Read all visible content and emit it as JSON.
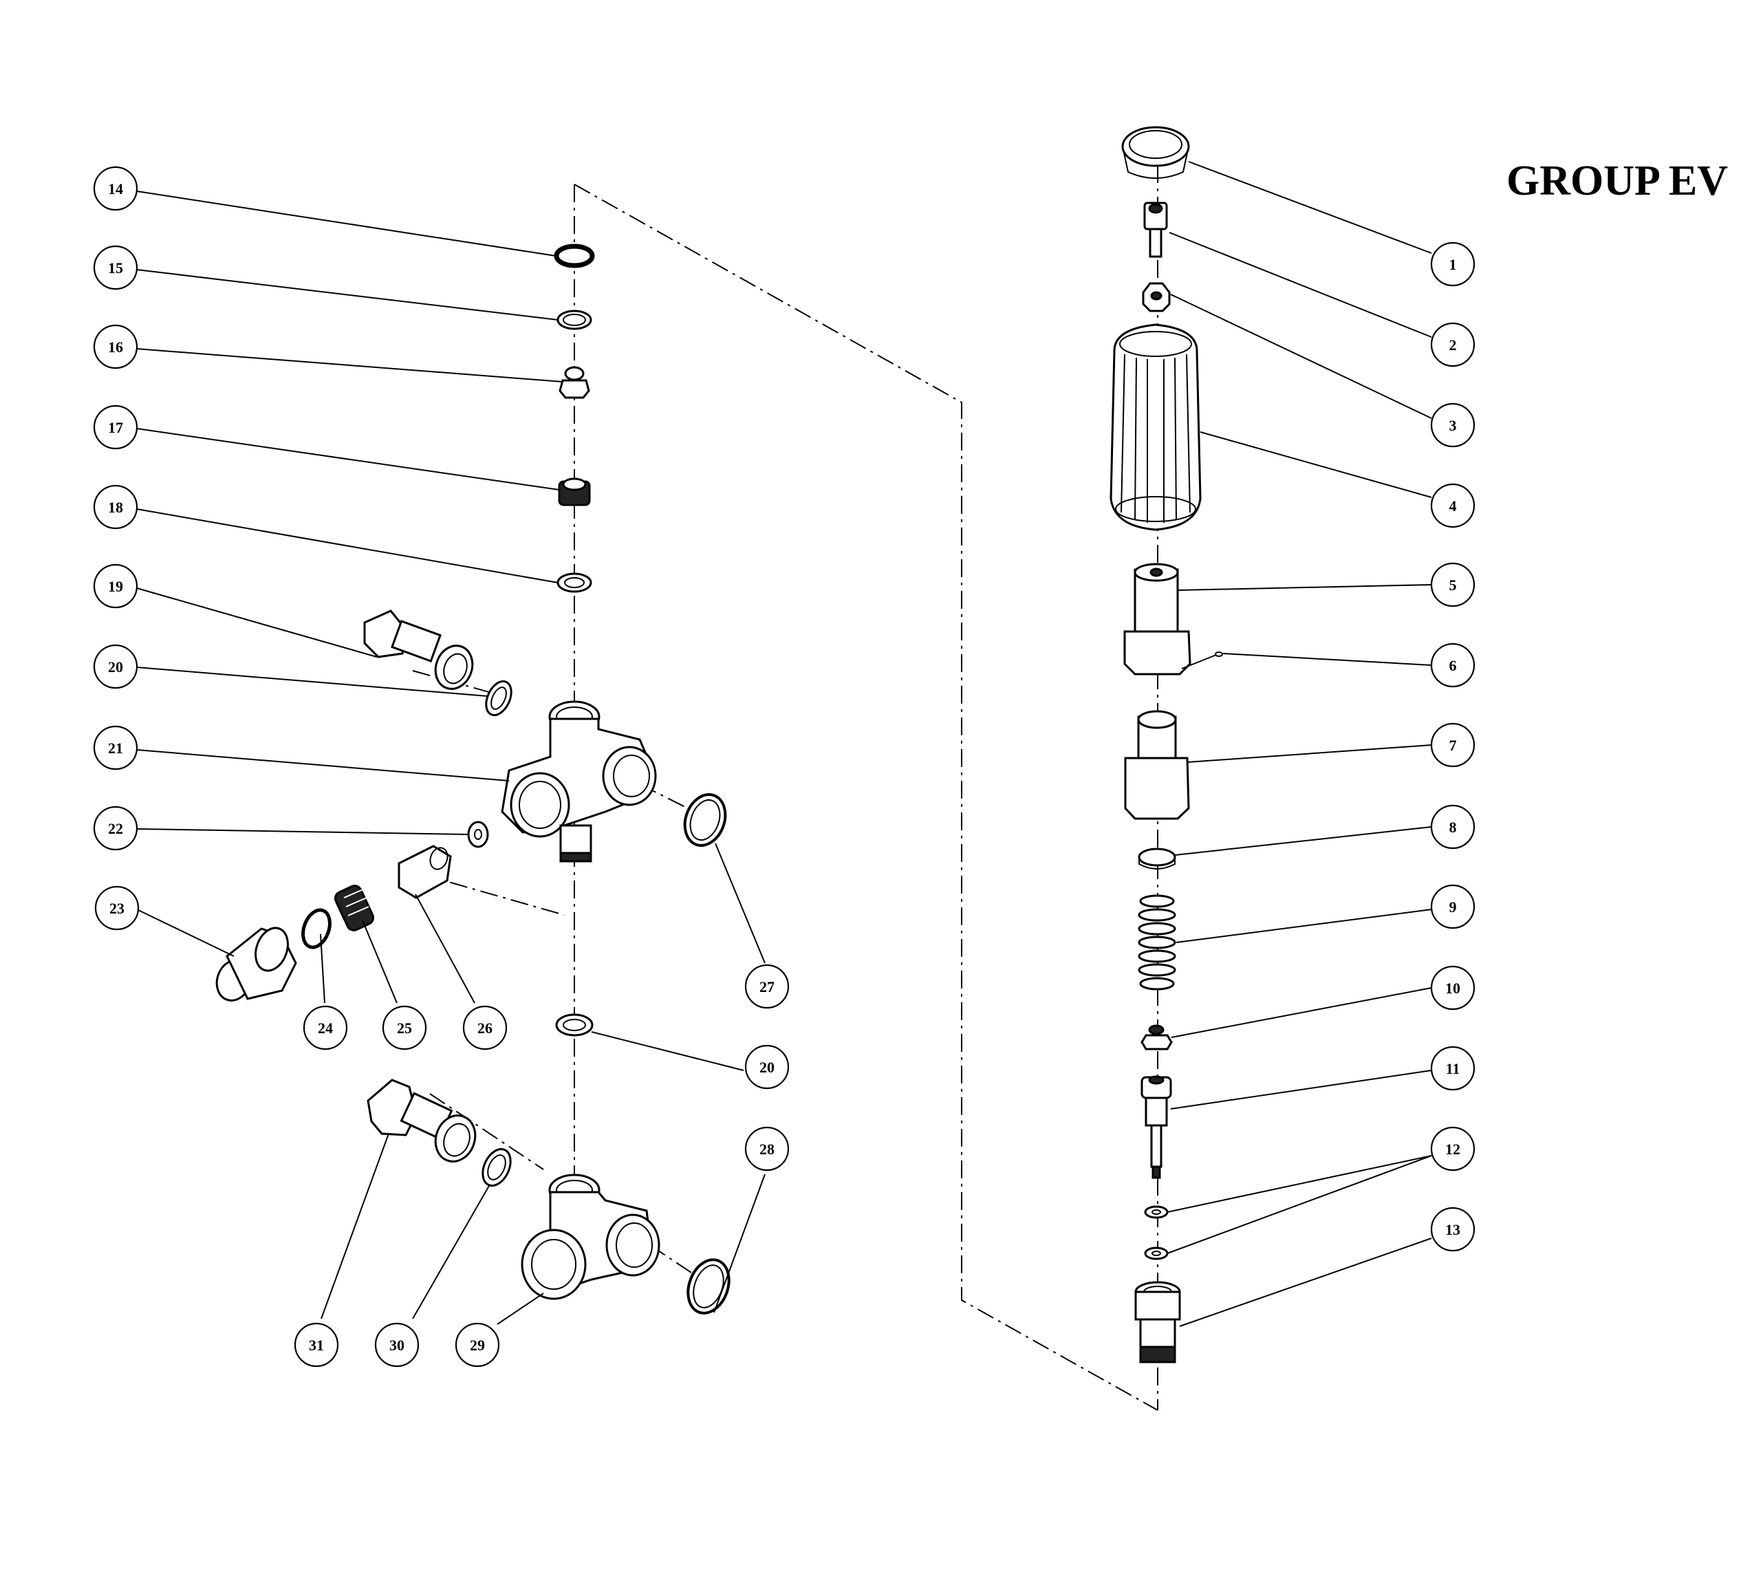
{
  "title": "GROUP EV",
  "callouts": {
    "c1": "1",
    "c2": "2",
    "c3": "3",
    "c4": "4",
    "c5": "5",
    "c6": "6",
    "c7": "7",
    "c8": "8",
    "c9": "9",
    "c10": "10",
    "c11": "11",
    "c12": "12",
    "c13": "13",
    "c14": "14",
    "c15": "15",
    "c16": "16",
    "c17": "17",
    "c18": "18",
    "c19": "19",
    "c20a": "20",
    "c20b": "20",
    "c21": "21",
    "c22": "22",
    "c23": "23",
    "c24": "24",
    "c25": "25",
    "c26": "26",
    "c27": "27",
    "c28": "28",
    "c29": "29",
    "c30": "30",
    "c31": "31"
  }
}
